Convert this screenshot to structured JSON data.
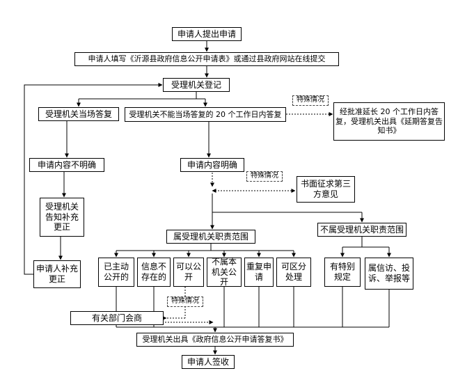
{
  "colors": {
    "line": "#000000",
    "box_border": "#000000",
    "background": "#ffffff"
  },
  "nodes": {
    "submit": {
      "label": "申请人提出申请"
    },
    "fill_form": {
      "label": "申请人填写《沂源县政府信息公开申请表》或通过县政府网站在线提交"
    },
    "register": {
      "label": "受理机关登记"
    },
    "onsite_reply": {
      "label": "受理机关当场答复"
    },
    "not_onsite_reply": {
      "label": "受理机关不能当场答复的 20 个工作日内答复"
    },
    "special_case_1": {
      "label": "特殊情况"
    },
    "extend": {
      "label": "经批准延长 20 个工作日内答复，受理机关出具《延期答复告知书》"
    },
    "unclear": {
      "label": "申请内容不明确"
    },
    "clear": {
      "label": "申请内容明确"
    },
    "special_case_2": {
      "label": "特殊情况"
    },
    "third_party": {
      "label": "书面征求第三方意见"
    },
    "notify_correct": {
      "label": "受理机关告知补充更正"
    },
    "in_scope": {
      "label": "属受理机关职责范围"
    },
    "out_scope": {
      "label": "不属受理机关职责范围"
    },
    "applicant_correct": {
      "label": "申请人补充更正"
    },
    "already_public": {
      "label": "已主动公开的"
    },
    "not_exist": {
      "label": "信息不存在的"
    },
    "can_public": {
      "label": "可以公开"
    },
    "not_this_org": {
      "label": "不属本机关公开"
    },
    "duplicate": {
      "label": "重复申请"
    },
    "separable": {
      "label": "可区分处理"
    },
    "special_rules": {
      "label": "有特别规定"
    },
    "petition": {
      "label": "属信访、投诉、举报等"
    },
    "special_case_3": {
      "label": "特殊情况"
    },
    "consult": {
      "label": "有关部门会商"
    },
    "reply_doc": {
      "label": "受理机关出具《政府信息公开申请答复书》"
    },
    "sign": {
      "label": "申请人签收"
    }
  }
}
